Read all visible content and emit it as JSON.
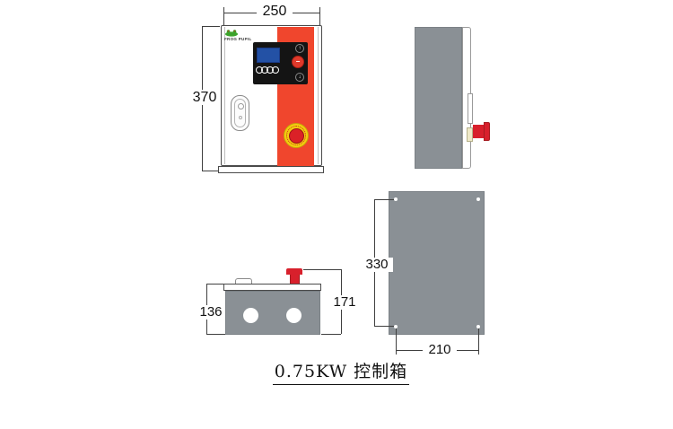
{
  "caption": {
    "text": "0.75KW 控制箱"
  },
  "logo": {
    "brand": "FROG PUPIL"
  },
  "dimensions": {
    "front_width": "250",
    "front_height": "370",
    "top_depth": "136",
    "top_total_depth": "171",
    "back_height": "330",
    "back_width": "210"
  },
  "panel": {
    "up_icon": "↑",
    "down_icon": "↓",
    "power_icon": "−"
  },
  "colors": {
    "accent_orange": "#F0462D",
    "body_gray": "#8A9095",
    "estop_red": "#D8202C",
    "estop_yellow": "#F2CE0D",
    "display_blue": "#2351A5",
    "panel_black": "#141414"
  }
}
